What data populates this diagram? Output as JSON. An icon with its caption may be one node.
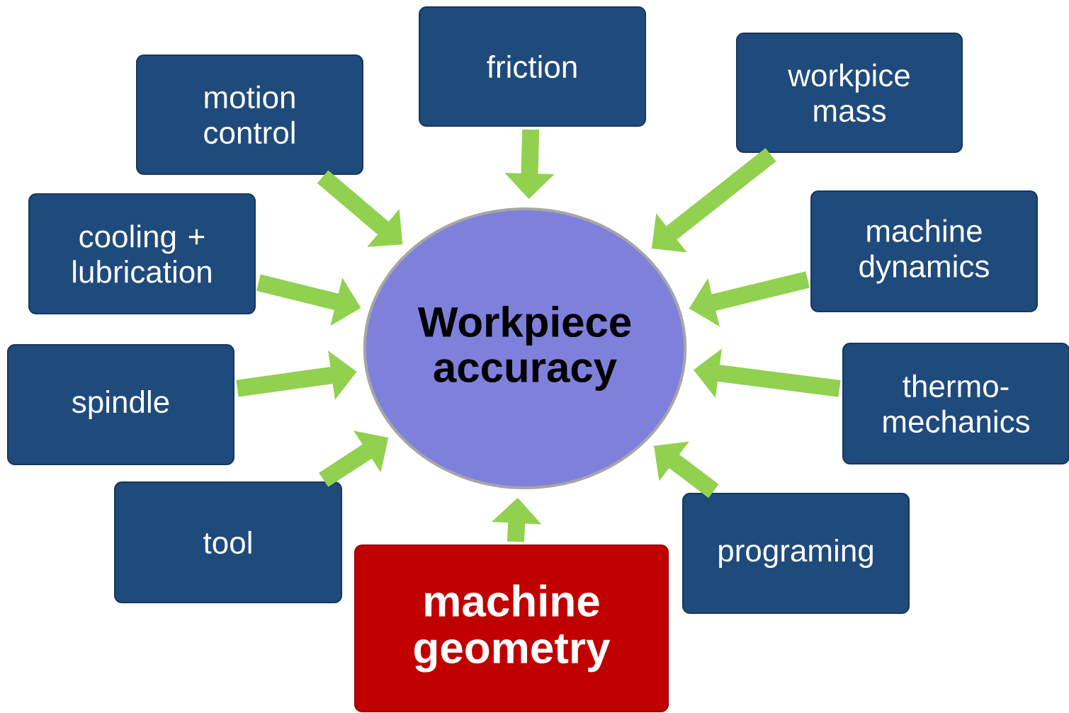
{
  "diagram": {
    "nodes": [
      {
        "text": [
          "friction"
        ]
      },
      {
        "text": [
          "workpice mass"
        ]
      },
      {
        "text": [
          "motion control"
        ]
      },
      {
        "text": [
          "machine dynamics"
        ]
      },
      {
        "text": [
          "cooling + lubrication"
        ]
      },
      {
        "text": [
          "Workpiece accuracy"
        ]
      },
      {
        "text": [
          "thermo-mechanics"
        ]
      },
      {
        "text": [
          "spindle"
        ]
      },
      {
        "text": [
          "tool"
        ]
      },
      {
        "text": [
          "programing"
        ]
      },
      {
        "text": [
          "machine geometry"
        ]
      }
    ],
    "edges": [
      {
        "from": 0,
        "to": 5,
        "arrow": "to"
      },
      {
        "from": 1,
        "to": 5,
        "arrow": "to"
      },
      {
        "from": 2,
        "to": 5,
        "arrow": "to"
      },
      {
        "from": 3,
        "to": 5,
        "arrow": "to"
      },
      {
        "from": 4,
        "to": 5,
        "arrow": "to"
      },
      {
        "from": 6,
        "to": 5,
        "arrow": "to"
      },
      {
        "from": 7,
        "to": 5,
        "arrow": "to"
      },
      {
        "from": 8,
        "to": 5,
        "arrow": "to"
      },
      {
        "from": 9,
        "to": 5,
        "arrow": "to"
      },
      {
        "from": 10,
        "to": 5,
        "arrow": "to"
      }
    ]
  }
}
